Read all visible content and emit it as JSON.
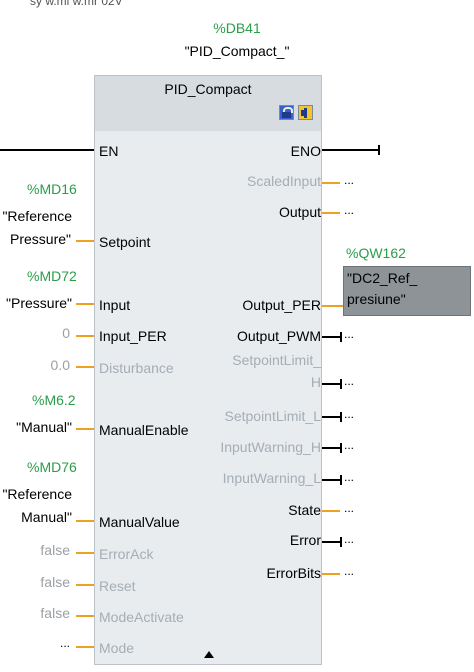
{
  "top_cut_text": "sy w.mi w.mr 02V",
  "block": {
    "db_address": "%DB41",
    "db_name": "\"PID_Compact_\"",
    "title": "PID_Compact"
  },
  "inputs": {
    "en": "EN",
    "setpoint": "Setpoint",
    "input": "Input",
    "input_per": "Input_PER",
    "disturbance": "Disturbance",
    "manual_enable": "ManualEnable",
    "manual_value": "ManualValue",
    "error_ack": "ErrorAck",
    "reset": "Reset",
    "mode_activate": "ModeActivate",
    "mode": "Mode"
  },
  "outputs": {
    "eno": "ENO",
    "scaled_input": "ScaledInput",
    "output": "Output",
    "output_per": "Output_PER",
    "output_pwm": "Output_PWM",
    "setpoint_limit_h_1": "SetpointLimit_",
    "setpoint_limit_h_2": "H",
    "setpoint_limit_l": "SetpointLimit_L",
    "input_warning_h": "InputWarning_H",
    "input_warning_l": "InputWarning_L",
    "state": "State",
    "error": "Error",
    "error_bits": "ErrorBits"
  },
  "operands": {
    "md16_addr": "%MD16",
    "md16_tag_1": "\"Reference",
    "md16_tag_2": "Pressure\"",
    "md72_addr": "%MD72",
    "md72_tag": "\"Pressure\"",
    "input_per_val": "0",
    "disturbance_val": "0.0",
    "m62_addr": "%M6.2",
    "m62_tag": "\"Manual\"",
    "md76_addr": "%MD76",
    "md76_tag_1": "\"Reference",
    "md76_tag_2": "Manual\"",
    "error_ack_val": "false",
    "reset_val": "false",
    "mode_activate_val": "false",
    "mode_val": "...",
    "qw162_addr": "%QW162",
    "qw162_tag_1": "\"DC2_Ref_",
    "qw162_tag_2": "presiune\""
  },
  "output_dots": "..."
}
